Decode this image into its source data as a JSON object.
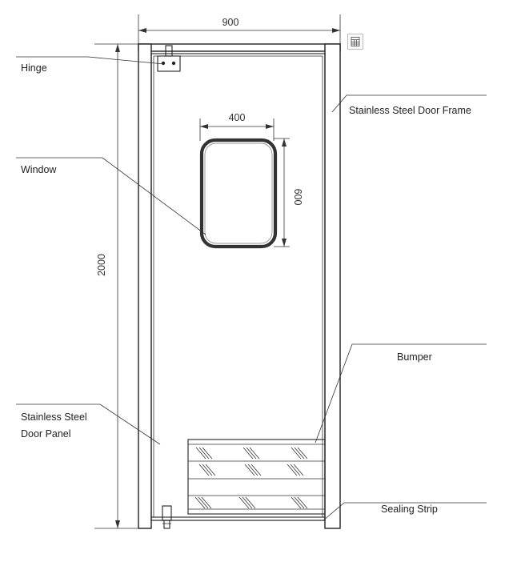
{
  "dimensions": {
    "width_label": "900",
    "window_width_label": "400",
    "window_height_label": "600",
    "height_label": "2000"
  },
  "labels": {
    "hinge": "Hinge",
    "frame": "Stainless Steel Door Frame",
    "window": "Window",
    "bumper": "Bumper",
    "panel_line1": "Stainless Steel",
    "panel_line2": "Door Panel",
    "sealing": "Sealing Strip"
  },
  "corner_icon": {
    "name": "table-grid-icon"
  }
}
